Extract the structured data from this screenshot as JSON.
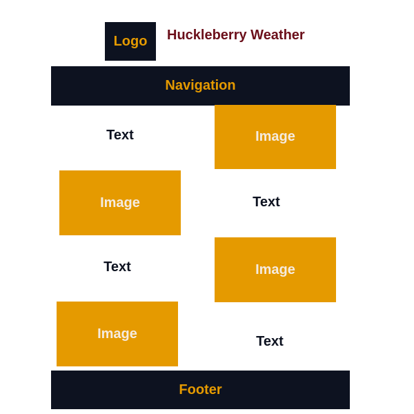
{
  "header": {
    "logo_label": "Logo",
    "site_title": "Huckleberry Weather"
  },
  "navigation": {
    "label": "Navigation"
  },
  "content": {
    "rows": [
      {
        "text": "Text",
        "image": "Image"
      },
      {
        "image": "Image",
        "text": "Text"
      },
      {
        "text": "Text",
        "image": "Image"
      },
      {
        "image": "Image",
        "text": "Text"
      }
    ]
  },
  "footer": {
    "label": "Footer"
  },
  "colors": {
    "dark_block": "#0d1220",
    "accent_orange": "#e59a00",
    "title_maroon": "#6b0f1a",
    "image_text": "#f5ebe0"
  }
}
